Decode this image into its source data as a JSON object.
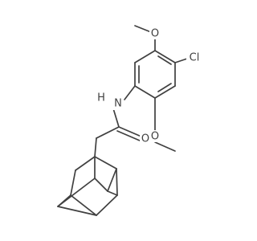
{
  "molecule": {
    "atom_labels": {
      "amide_n": "N",
      "amide_h": "H",
      "carbonyl_o": "O",
      "methoxy_o_top": "O",
      "methoxy_o_bottom": "O",
      "chlorine": "Cl"
    }
  },
  "colors": {
    "bond": "#404040",
    "text": "#404040",
    "background": "#ffffff"
  }
}
